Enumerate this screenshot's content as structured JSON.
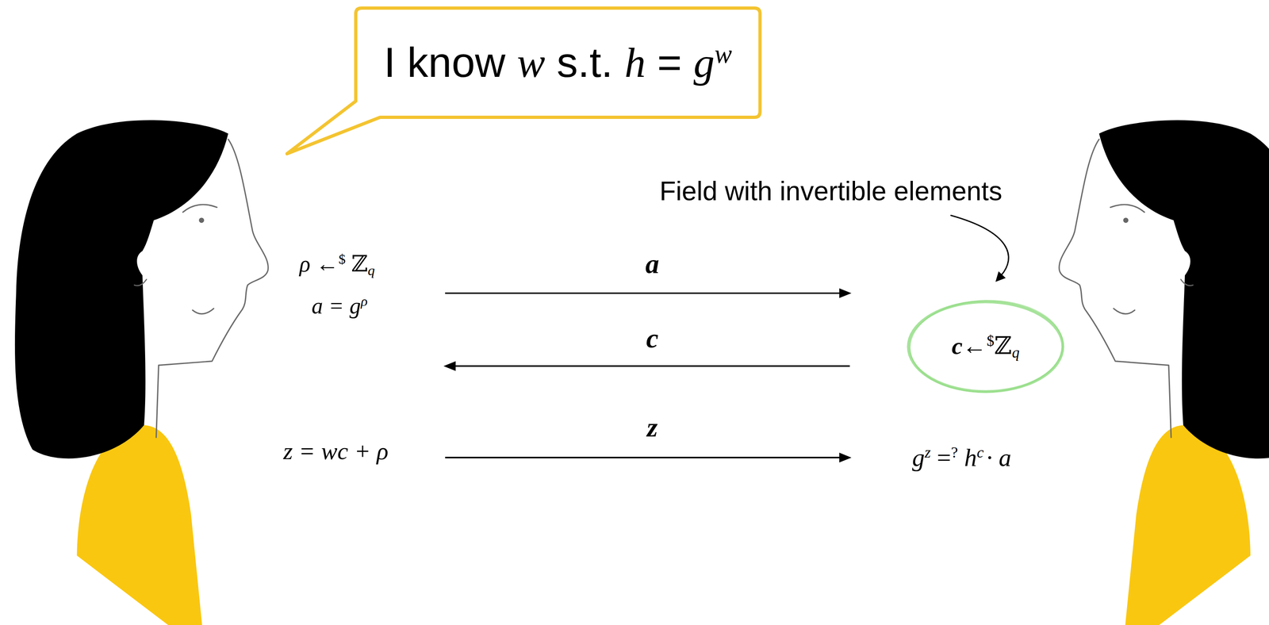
{
  "diagram": {
    "nodes": [
      {
        "text": [
          "I know w s.t. h = g",
          "w"
        ]
      },
      {
        "text": [
          "c←",
          "$",
          "ℤ",
          "q"
        ]
      }
    ],
    "labels": [
      "Field with invertible elements",
      "ρ ←",
      "$",
      "ℤ",
      "q",
      "a = g",
      "ρ",
      "a",
      "c",
      "z = wc + ρ",
      "z",
      "g",
      "z",
      "=",
      "?",
      "h",
      "c",
      "· a"
    ]
  }
}
